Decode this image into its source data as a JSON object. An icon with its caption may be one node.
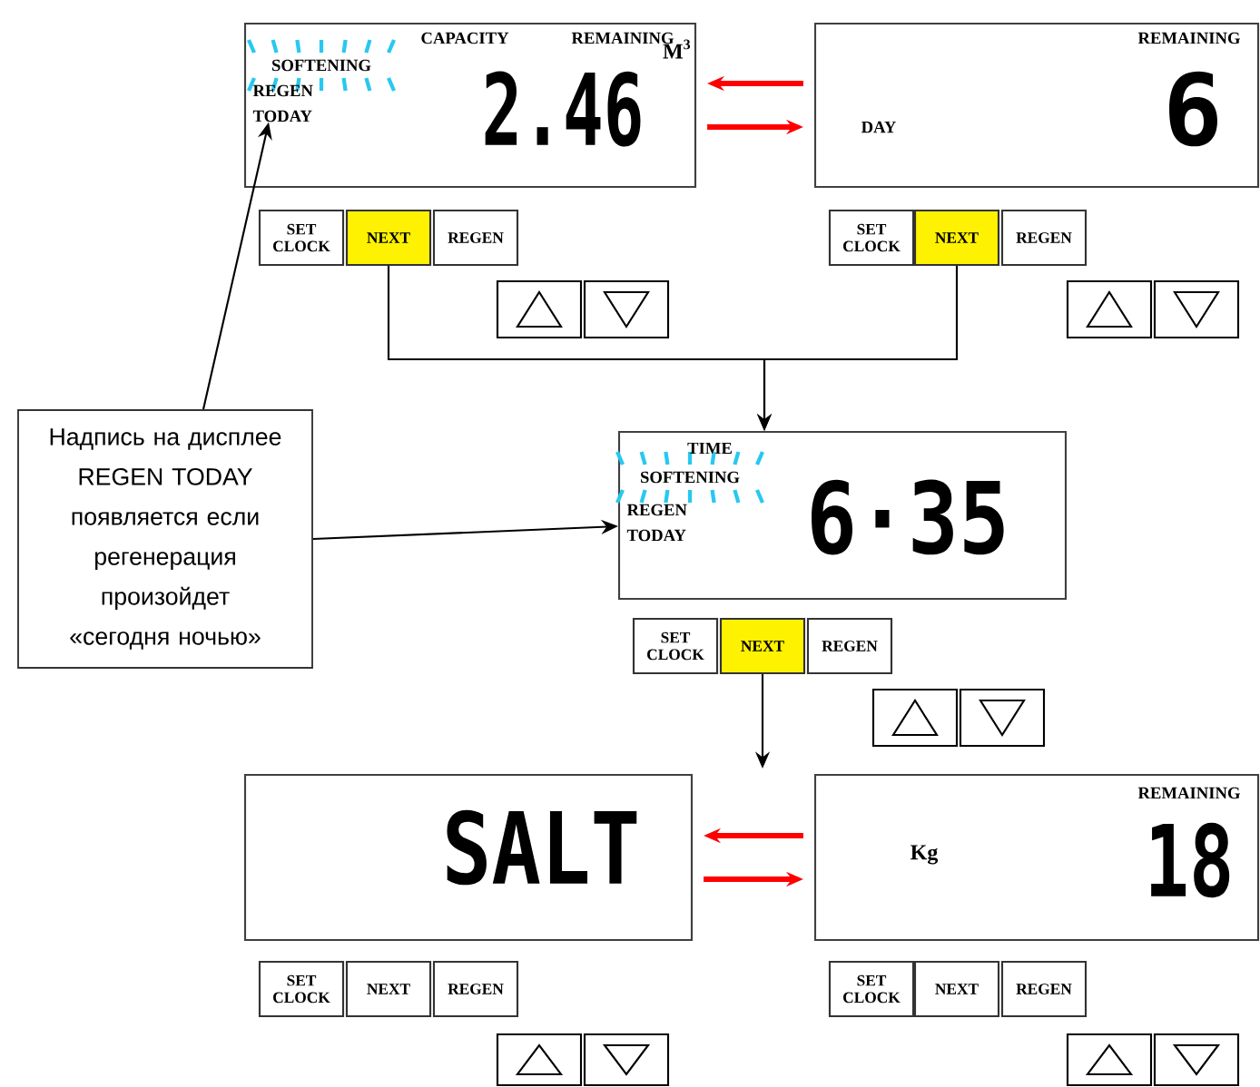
{
  "diagram": {
    "nodes": [
      {
        "text": [
          "CAPACITY",
          "REMAINING",
          "M$^{3}$",
          "SOFTENING",
          "2.46"
        ]
      },
      {
        "text": [
          "REGEN TODAY"
        ],
        "in": 0
      },
      {
        "text": [
          "REMAINING",
          "DAY",
          "6"
        ]
      },
      {
        "text": [
          "SET CLOCK"
        ]
      },
      {
        "text": [
          "NEXT"
        ]
      },
      {
        "text": [
          "REGEN"
        ]
      },
      {
        "text": [
          "SET CLOCK"
        ]
      },
      {
        "text": [
          "NEXT"
        ]
      },
      {
        "text": [
          "REGEN"
        ]
      },
      {
        "text": [
          "Надпись на дисплее REGEN TODAY появляется если регенерация произойдет «сегодня ночью»"
        ]
      },
      {
        "text": [
          "TIME",
          "SOFTENING",
          "REGEN TODAY",
          "6·35"
        ]
      },
      {
        "text": [
          "SET CLOCK"
        ]
      },
      {
        "text": [
          "NEXT"
        ]
      },
      {
        "text": [
          "REGEN"
        ]
      },
      {
        "text": [
          "SALT"
        ]
      },
      {
        "text": [
          "REMAINING",
          "Kg",
          "18"
        ]
      },
      {
        "text": [
          "SET CLOCK"
        ]
      },
      {
        "text": [
          "NEXT"
        ]
      },
      {
        "text": [
          "REGEN"
        ]
      },
      {
        "text": [
          "SET CLOCK"
        ]
      },
      {
        "text": [
          "NEXT"
        ]
      },
      {
        "text": [
          "REGEN"
        ]
      }
    ],
    "edges": [
      {
        "from": 2,
        "to": 0,
        "arrow": "to",
        "style": "thick",
        "color": "#ff0000"
      },
      {
        "from": 0,
        "to": 2,
        "arrow": "to",
        "style": "thick",
        "color": "#ff0000"
      },
      {
        "from": 4,
        "to": 10,
        "arrow": "to"
      },
      {
        "from": 7,
        "to": 10,
        "arrow": "to"
      },
      {
        "from": 12,
        "to": null,
        "arrow": "to"
      },
      {
        "from": 9,
        "to": 1,
        "arrow": "to"
      },
      {
        "from": 9,
        "to": 10,
        "arrow": "to"
      },
      {
        "from": 15,
        "to": 14,
        "arrow": "to",
        "style": "thick",
        "color": "#ff0000"
      },
      {
        "from": 14,
        "to": 15,
        "arrow": "to",
        "style": "thick",
        "color": "#ff0000"
      }
    ]
  }
}
